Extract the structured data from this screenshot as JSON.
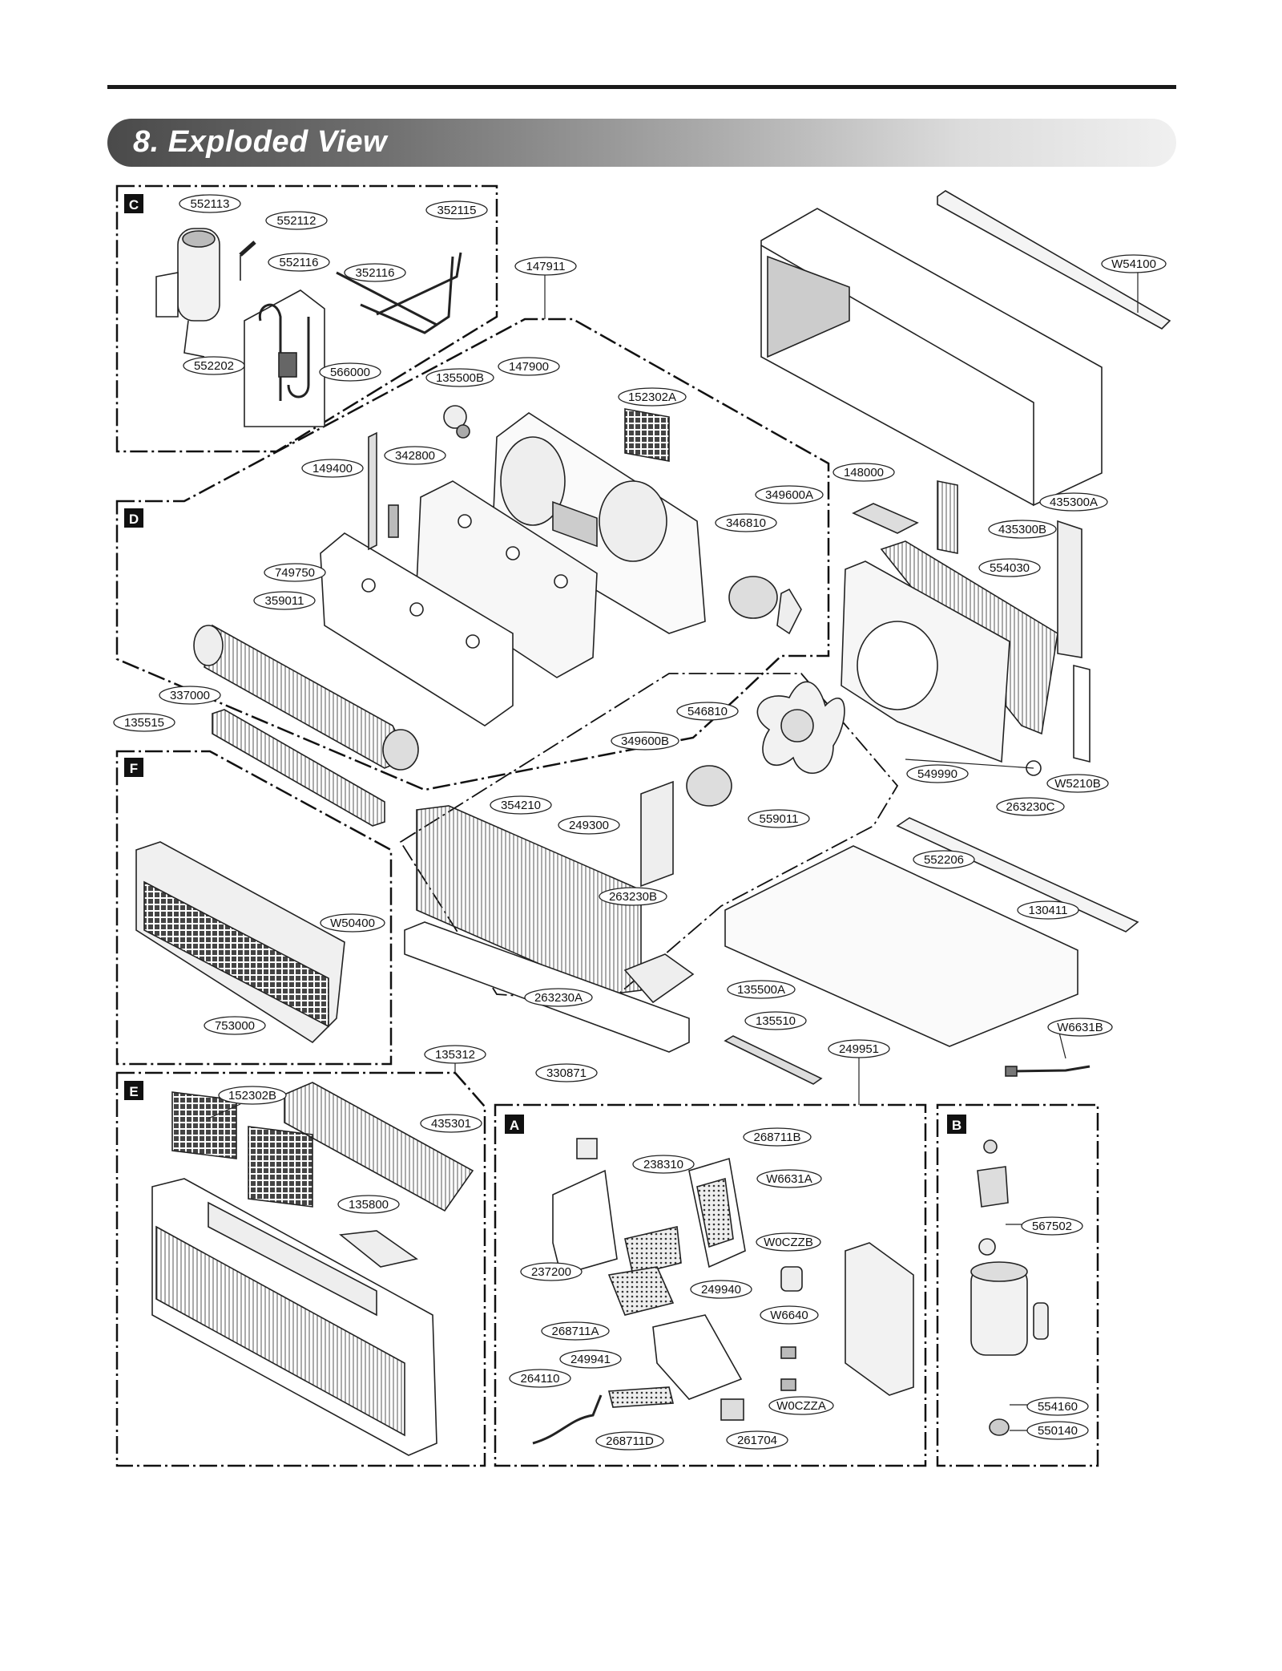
{
  "title": "8. Exploded View",
  "sections": [
    "C",
    "D",
    "F",
    "E",
    "A",
    "B"
  ],
  "part_labels": {
    "p552113": "552113",
    "p552112": "552112",
    "p552116": "552116",
    "p352116": "352116",
    "p352115": "352115",
    "p552202": "552202",
    "p566000": "566000",
    "p147911": "147911",
    "p135500B": "135500B",
    "p147900": "147900",
    "p152302A": "152302A",
    "p342800": "342800",
    "p149400": "149400",
    "p349600A": "349600A",
    "p346810": "346810",
    "p749750": "749750",
    "p359011": "359011",
    "pW54100": "W54100",
    "p148000": "148000",
    "p435300A": "435300A",
    "p435300B": "435300B",
    "p554030": "554030",
    "p337000": "337000",
    "p135515": "135515",
    "p546810": "546810",
    "p349600B": "349600B",
    "p549990": "549990",
    "pW5210B": "W5210B",
    "p263230C": "263230C",
    "p354210": "354210",
    "p249300": "249300",
    "p559011": "559011",
    "p552206": "552206",
    "p263230B": "263230B",
    "p130411": "130411",
    "pW50400": "W50400",
    "p263230A": "263230A",
    "p135500A": "135500A",
    "p753000": "753000",
    "p135510": "135510",
    "pW6631B": "W6631B",
    "p135312": "135312",
    "p249951": "249951",
    "p330871": "330871",
    "p152302B": "152302B",
    "p435301": "435301",
    "p135800": "135800",
    "p268711B": "268711B",
    "p238310": "238310",
    "pW6631A": "W6631A",
    "pW0CZZB": "W0CZZB",
    "p237200": "237200",
    "p249940": "249940",
    "p268711A": "268711A",
    "pW6640": "W6640",
    "p249941": "249941",
    "p264110": "264110",
    "pW0CZZA": "W0CZZA",
    "p268711D": "268711D",
    "p261704": "261704",
    "p567502": "567502",
    "p554160": "554160",
    "p550140": "550140"
  }
}
